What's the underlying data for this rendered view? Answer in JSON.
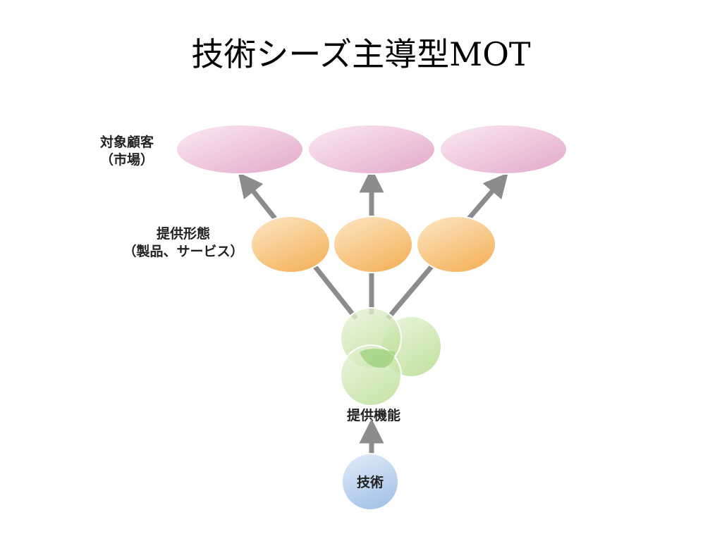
{
  "slide": {
    "title": "技術シーズ主導型MOT"
  },
  "levels": {
    "market": {
      "line1": "対象顧客",
      "line2": "（市場）"
    },
    "offering": {
      "line1": "提供形態",
      "line2": "（製品、サービス）"
    },
    "function": {
      "label": "提供機能"
    },
    "technology": {
      "label": "技術"
    }
  },
  "colors": {
    "market_fill": "#eab4d3",
    "offering_fill": "#f8c27a",
    "function_fill": "#c5e4a4",
    "technology_fill": "#b3cdec",
    "arrow": "#8c8c8c"
  }
}
